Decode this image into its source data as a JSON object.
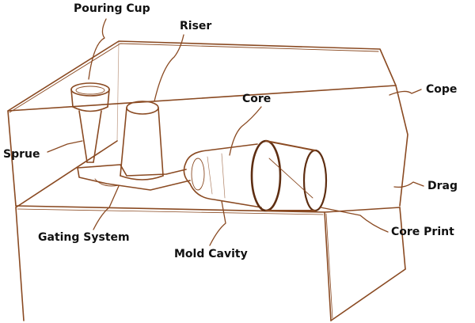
{
  "colors": {
    "ink": "#8a4a22",
    "ink_dark": "#5e2e12",
    "label_text": "#111111",
    "background": "#ffffff"
  },
  "labels": {
    "pouring_cup": "Pouring Cup",
    "riser": "Riser",
    "core": "Core",
    "cope": "Cope",
    "sprue": "Sprue",
    "drag": "Drag",
    "gating_system": "Gating System",
    "mold_cavity": "Mold Cavity",
    "core_print": "Core Print"
  }
}
